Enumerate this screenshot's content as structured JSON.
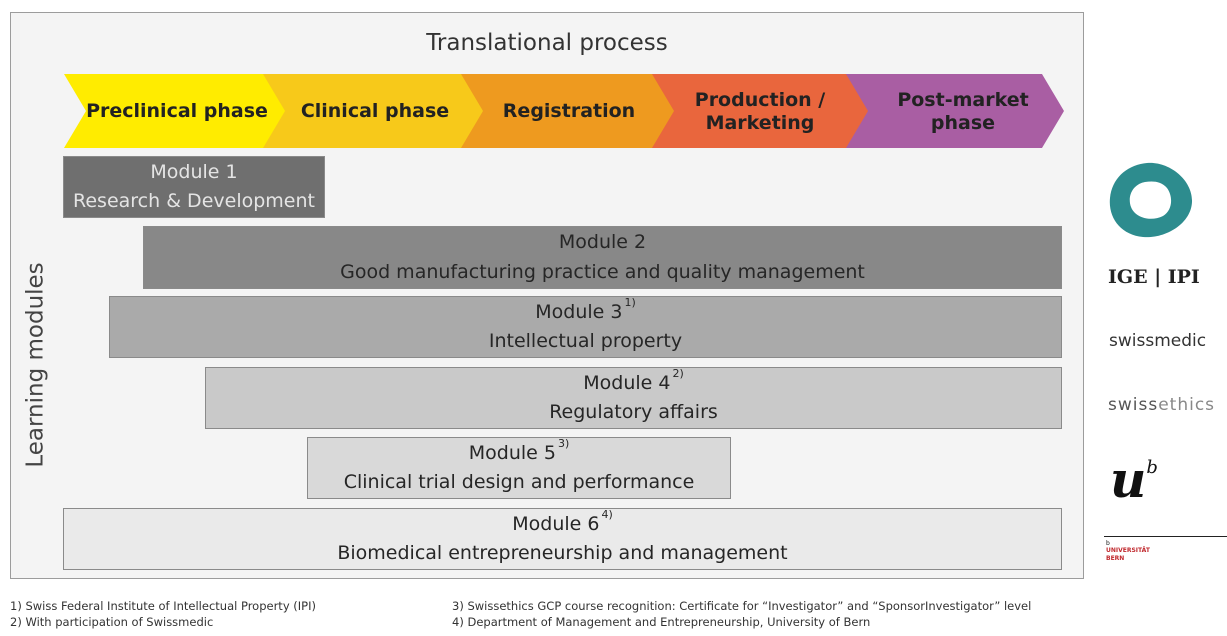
{
  "process_title": "Translational process",
  "phases": [
    {
      "label": "Preclinical phase",
      "color": "#ffec00"
    },
    {
      "label": "Clinical phase",
      "color": "#f7c91a"
    },
    {
      "label": "Registration",
      "color": "#ee9a1f"
    },
    {
      "label": "Production / Marketing",
      "color": "#e9663d"
    },
    {
      "label": "Post-market phase",
      "color": "#a95ea3"
    }
  ],
  "side_label": "Learning modules",
  "modules": [
    {
      "title": "Module 1",
      "note": "",
      "subtitle": "Research & Development",
      "color": "#6f6f6f",
      "text_color": "#e4e4e4"
    },
    {
      "title": "Module 2",
      "note": "",
      "subtitle": "Good manufacturing practice and quality management",
      "color": "#888888",
      "text_color": "#262626"
    },
    {
      "title": "Module 3",
      "note": "1)",
      "subtitle": "Intellectual property",
      "color": "#aaaaaa",
      "text_color": "#262626"
    },
    {
      "title": "Module 4",
      "note": "2)",
      "subtitle": "Regulatory affairs",
      "color": "#c9c9c9",
      "text_color": "#262626"
    },
    {
      "title": "Module 5",
      "note": "3)",
      "subtitle": "Clinical trial design and performance",
      "color": "#d9d9d9",
      "text_color": "#262626"
    },
    {
      "title": "Module 6",
      "note": "4)",
      "subtitle": "Biomedical entrepreneurship and management",
      "color": "#eaeaea",
      "text_color": "#262626"
    }
  ],
  "logos": {
    "ige": "IGE | IPI",
    "swissmedic": "swissmedic",
    "swissethics_a": "swiss",
    "swissethics_b": "ethics",
    "unibe_letter": "u",
    "unibe_sup": "b",
    "unibe_small_b": "b",
    "unibe_name1": "UNIVERSITÄT",
    "unibe_name2": "BERN"
  },
  "footnotes_left": [
    "1) Swiss Federal Institute of Intellectual Property (IPI)",
    "2) With participation of Swissmedic"
  ],
  "footnotes_right": [
    "3) Swissethics GCP course recognition: Certificate for “Investigator” and “SponsorInvestigator” level",
    "4) Department of Management and Entrepreneurship, University of Bern"
  ]
}
